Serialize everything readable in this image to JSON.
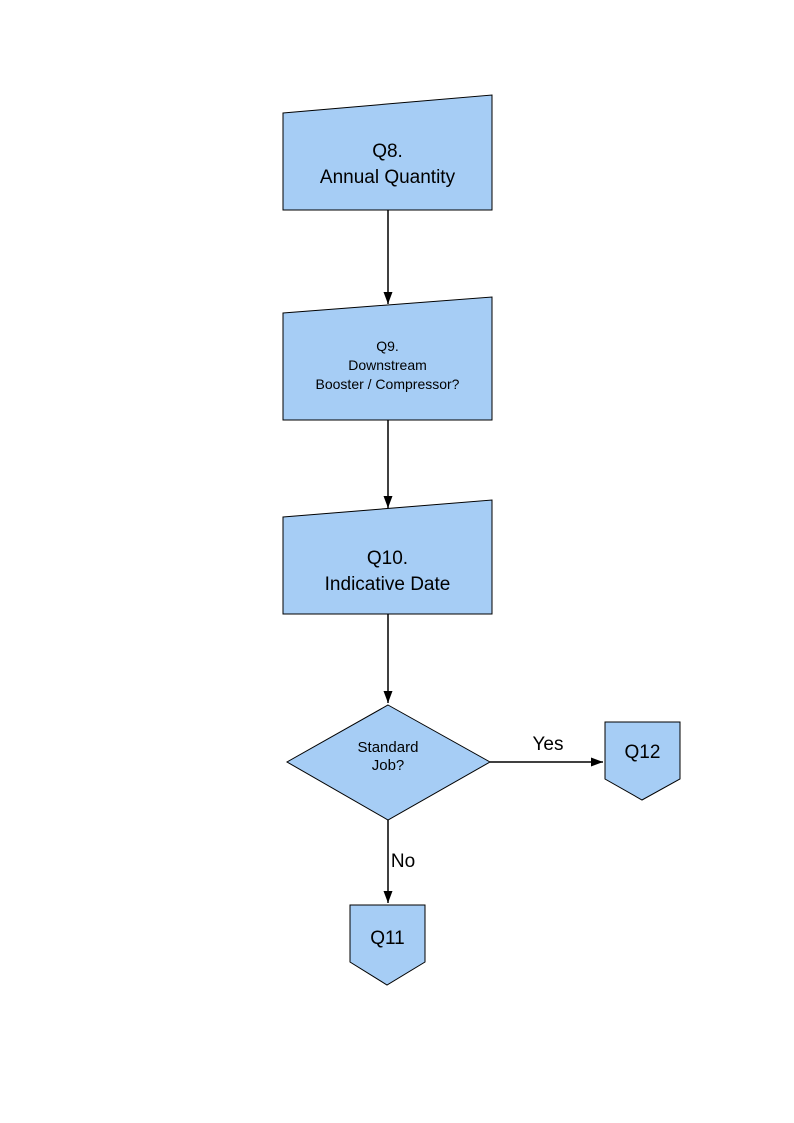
{
  "diagram": {
    "colors": {
      "node_fill": "#a6cdf5",
      "node_border": "#000000",
      "connector": "#000000"
    },
    "nodes": {
      "q8": {
        "type": "manual-input",
        "line1": "Q8.",
        "line2": "Annual Quantity"
      },
      "q9": {
        "type": "manual-input",
        "line1": "Q9.",
        "line2": "Downstream",
        "line3": "Booster / Compressor?"
      },
      "q10": {
        "type": "manual-input",
        "line1": "Q10.",
        "line2": "Indicative Date"
      },
      "standard_job": {
        "type": "decision",
        "line1": "Standard",
        "line2": "Job?"
      },
      "q12": {
        "type": "off-page-connector",
        "label": "Q12"
      },
      "q11": {
        "type": "off-page-connector",
        "label": "Q11"
      }
    },
    "edges": {
      "yes_label": "Yes",
      "no_label": "No"
    }
  }
}
